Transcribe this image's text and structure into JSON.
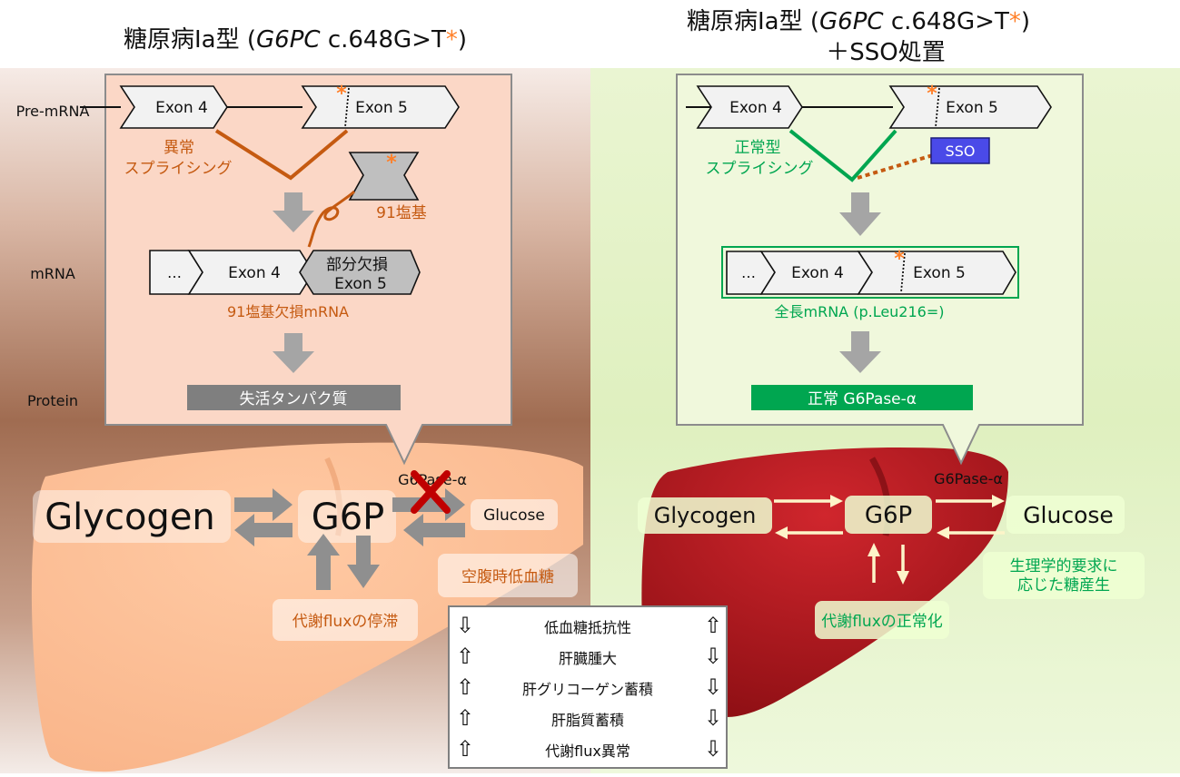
{
  "left": {
    "title_prefix": "糖原病Ia型 (",
    "gene": "G6PC",
    "variant": " c.648G>T",
    "asterisk": "*",
    "title_suffix": ")",
    "row_labels": {
      "pre_mrna": "Pre-mRNA",
      "mrna": "mRNA",
      "protein": "Protein"
    },
    "exon4": "Exon 4",
    "exon5": "Exon 5",
    "splice_label_line1": "異常",
    "splice_label_line2": "スプライシング",
    "deleted_label": "91塩基",
    "mrna_ellipsis": "…",
    "mrna_exon4": "Exon 4",
    "mrna_exon5_line1": "部分欠損",
    "mrna_exon5_line2": "Exon 5",
    "mrna_caption": "91塩基欠損mRNA",
    "protein_label": "失活タンパク質",
    "glycogen": "Glycogen",
    "g6p": "G6P",
    "enzyme": "G6Pase-α",
    "glucose": "Glucose",
    "hypoglycemia": "空腹時低血糖",
    "flux": "代謝fluxの停滞"
  },
  "right": {
    "title_prefix": "糖原病Ia型 (",
    "gene": "G6PC",
    "variant": " c.648G>T",
    "asterisk": "*",
    "title_suffix": ")",
    "title_line2": "＋SSO処置",
    "exon4": "Exon 4",
    "exon5": "Exon 5",
    "sso": "SSO",
    "splice_label_line1": "正常型",
    "splice_label_line2": "スプライシング",
    "mrna_ellipsis": "…",
    "mrna_exon4": "Exon 4",
    "mrna_exon5": "Exon 5",
    "mrna_caption": "全長mRNA (p.Leu216=)",
    "protein_label": "正常 G6Pase-α",
    "glycogen": "Glycogen",
    "g6p": "G6P",
    "enzyme": "G6Pase-α",
    "glucose": "Glucose",
    "physiology_line1": "生理学的要求に",
    "physiology_line2": "応じた糖産生",
    "flux": "代謝fluxの正常化"
  },
  "phenotypes": [
    {
      "label": "低血糖抵抗性",
      "left_arrow": "⇩",
      "right_arrow": "⇧"
    },
    {
      "label": "肝臓腫大",
      "left_arrow": "⇧",
      "right_arrow": "⇩"
    },
    {
      "label": "肝グリコーゲン蓄積",
      "left_arrow": "⇧",
      "right_arrow": "⇩"
    },
    {
      "label": "肝脂質蓄積",
      "left_arrow": "⇧",
      "right_arrow": "⇩"
    },
    {
      "label": "代謝flux異常",
      "left_arrow": "⇧",
      "right_arrow": "⇩"
    }
  ],
  "colors": {
    "abnormal": "#c55a11",
    "normal": "#00a650",
    "asterisk": "#ff7f27",
    "sso_fill": "#4a4ae8",
    "liver_left": "#ffbf95",
    "liver_right": "#b5151b",
    "gray_arrow": "#a5a5a5"
  }
}
